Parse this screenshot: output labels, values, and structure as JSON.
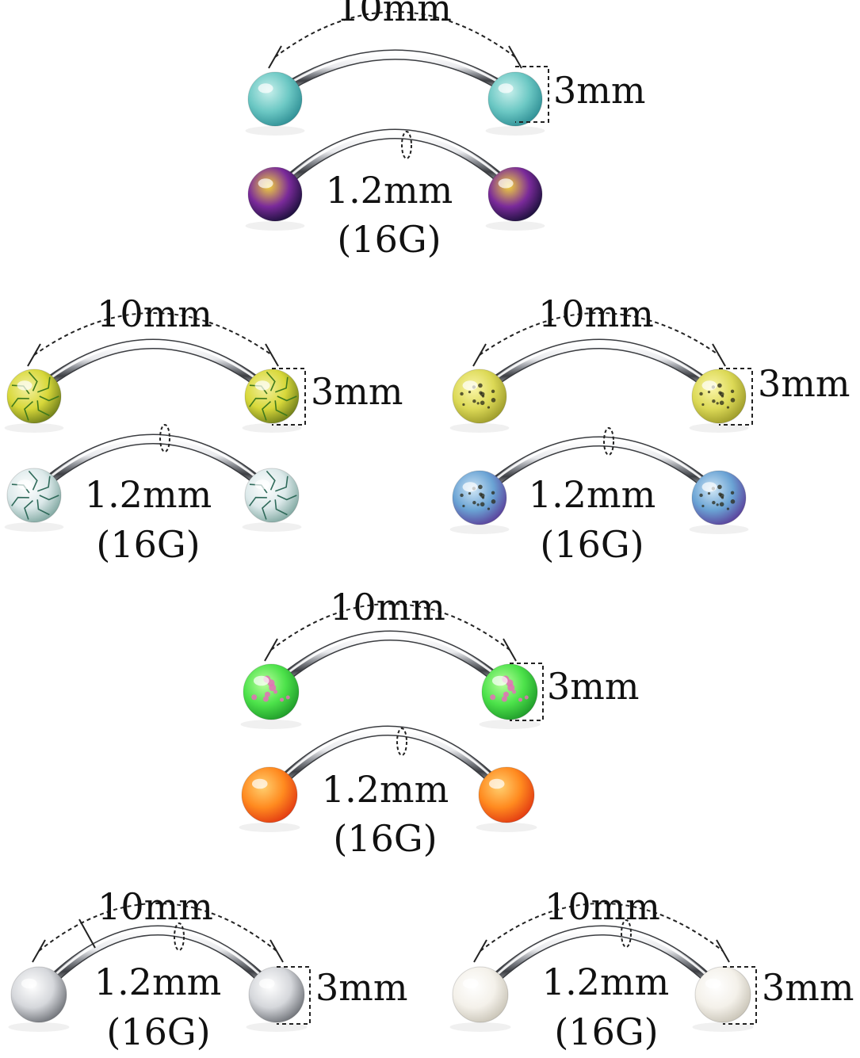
{
  "labels": {
    "length": "10mm",
    "ball": "3mm",
    "thickness": "1.2mm",
    "gauge": "(16G)"
  },
  "rows": [
    {
      "name": "row-1",
      "sets": [
        {
          "name": "set-teal-purple",
          "top_ball": "matte-teal",
          "bottom_ball": "iridescent-purple",
          "combined": false
        }
      ]
    },
    {
      "name": "row-2",
      "sets": [
        {
          "name": "set-yellow-crackle",
          "top_ball": "yellow-crackle",
          "bottom_ball": "white-crackle",
          "combined": false
        },
        {
          "name": "set-yellow-speckle",
          "top_ball": "yellow-speckle",
          "bottom_ball": "blue-galaxy",
          "combined": false
        }
      ]
    },
    {
      "name": "row-3",
      "sets": [
        {
          "name": "set-green-orange",
          "top_ball": "green-pink-splatter",
          "bottom_ball": "orange-gradient",
          "combined": false
        }
      ]
    },
    {
      "name": "row-4",
      "sets": [
        {
          "name": "set-silver",
          "top_ball": "silver-steel",
          "bottom_ball": null,
          "combined": true
        },
        {
          "name": "set-pearl",
          "top_ball": "white-pearl",
          "bottom_ball": null,
          "combined": true
        }
      ]
    }
  ],
  "colors": {
    "matte-teal": [
      "#c9f0ec",
      "#6cc8c4",
      "#2f8f95"
    ],
    "iridescent-purple": [
      "#f2d23c",
      "#7a2a9a",
      "#1a103a"
    ],
    "yellow-crackle": [
      "#f3f0a0",
      "#d8d83a",
      "#6e7d1a"
    ],
    "white-crackle": [
      "#ffffff",
      "#dce9ea",
      "#7fa7a0"
    ],
    "yellow-speckle": [
      "#fbf6a8",
      "#dcd956",
      "#9c9a2a"
    ],
    "blue-galaxy": [
      "#cfe6f6",
      "#6aa3d4",
      "#5a3f9a"
    ],
    "green-pink-splatter": [
      "#b9ff9d",
      "#4ce24a",
      "#1f9a2a"
    ],
    "orange-gradient": [
      "#ffd070",
      "#ff8a1f",
      "#e23a12"
    ],
    "silver-steel": [
      "#ffffff",
      "#d5d7db",
      "#6f7278"
    ],
    "white-pearl": [
      "#ffffff",
      "#f4f1ea",
      "#c9c4b7"
    ]
  }
}
